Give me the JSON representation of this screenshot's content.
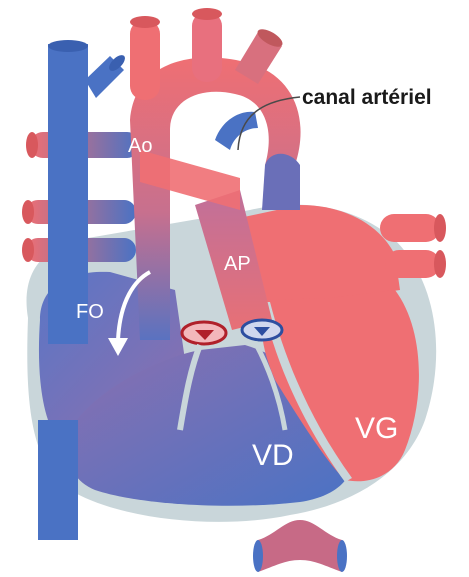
{
  "labels": {
    "aorta": "Ao",
    "pulmonary_artery": "AP",
    "foramen_ovale": "FO",
    "right_ventricle": "VD",
    "left_ventricle": "VG",
    "ductus_arteriosus": "canal artériel"
  },
  "colors": {
    "oxygenated": "#ef6f73",
    "deoxygenated": "#4a72c4",
    "mixed": "#9a6fa8",
    "pericardium": "#c9d6da",
    "background": "#ffffff"
  }
}
